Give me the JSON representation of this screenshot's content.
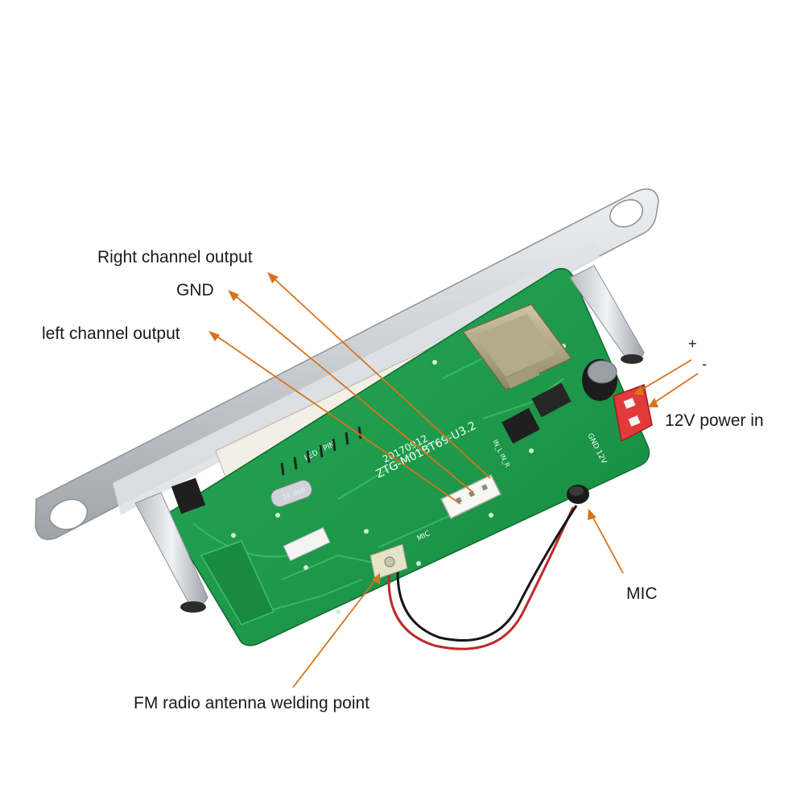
{
  "labels": {
    "right_channel_output": "Right channel output",
    "gnd": "GND",
    "left_channel_output": "left channel output",
    "plus": "+",
    "minus": "-",
    "power_in": "12V power in",
    "mic": "MIC",
    "fm_antenna": "FM radio antenna welding point"
  },
  "colors": {
    "leader": "#d9731e",
    "pcb": "#1f9a4a",
    "frame": "#c8ccd0",
    "connector": "#e23a3a"
  }
}
